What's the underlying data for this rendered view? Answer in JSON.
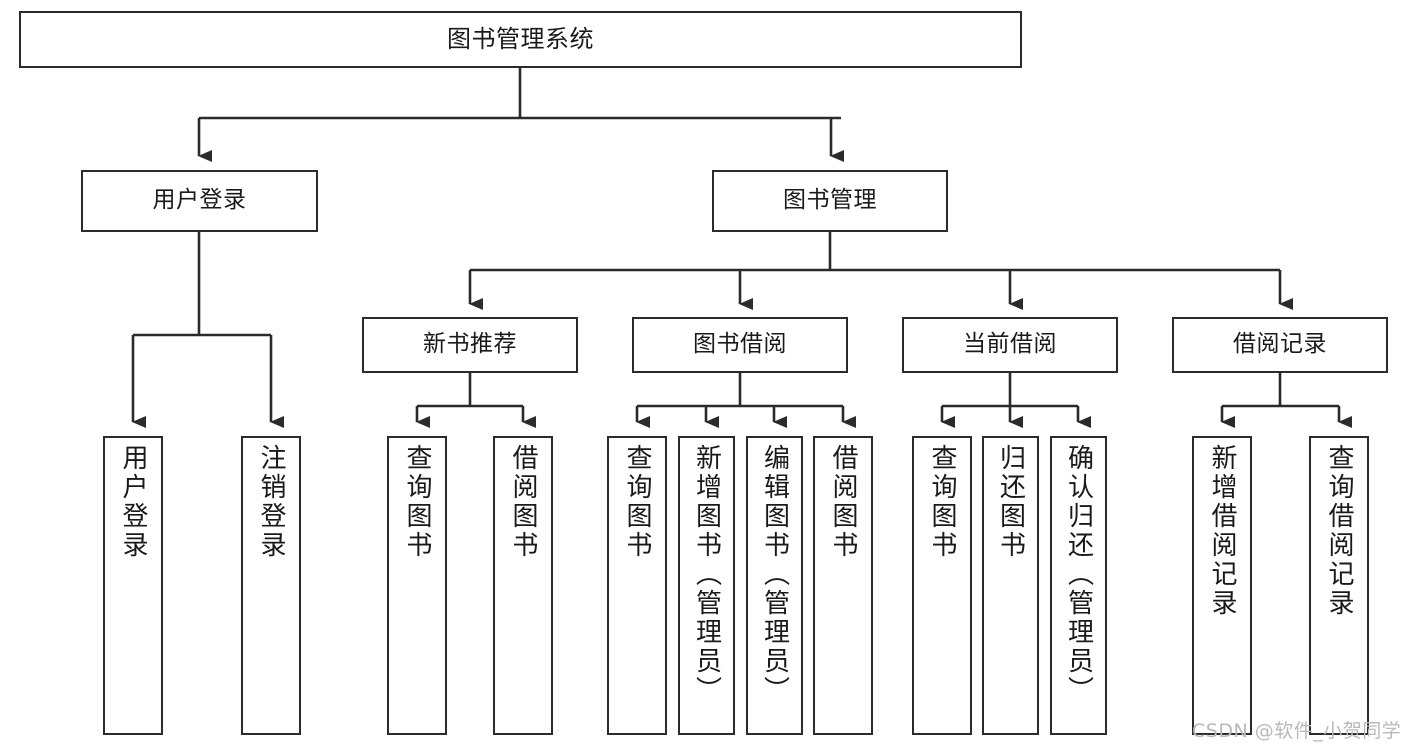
{
  "diagram": {
    "type": "tree-hierarchy",
    "title": "图书管理系统",
    "root": {
      "label": "图书管理系统",
      "name": "root-node"
    },
    "level1": [
      {
        "label": "用户登录",
        "name": "node-user-login"
      },
      {
        "label": "图书管理",
        "name": "node-book-management"
      }
    ],
    "level2": [
      {
        "label": "新书推荐",
        "name": "node-new-book-recommend"
      },
      {
        "label": "图书借阅",
        "name": "node-book-borrow"
      },
      {
        "label": "当前借阅",
        "name": "node-current-borrow"
      },
      {
        "label": "借阅记录",
        "name": "node-borrow-record"
      }
    ],
    "leaves": {
      "user_login": [
        {
          "label": "用户登录",
          "name": "leaf-user-login"
        },
        {
          "label": "注销登录",
          "name": "leaf-logout"
        }
      ],
      "new_book_recommend": [
        {
          "label": "查询图书",
          "name": "leaf-query-book-1"
        },
        {
          "label": "借阅图书",
          "name": "leaf-borrow-book-1"
        }
      ],
      "book_borrow": [
        {
          "label": "查询图书",
          "name": "leaf-query-book-2"
        },
        {
          "label": "新增图书（管理员）",
          "name": "leaf-add-book-admin"
        },
        {
          "label": "编辑图书（管理员）",
          "name": "leaf-edit-book-admin"
        },
        {
          "label": "借阅图书",
          "name": "leaf-borrow-book-2"
        }
      ],
      "current_borrow": [
        {
          "label": "查询图书",
          "name": "leaf-query-book-3"
        },
        {
          "label": "归还图书",
          "name": "leaf-return-book"
        },
        {
          "label": "确认归还（管理员）",
          "name": "leaf-confirm-return-admin"
        }
      ],
      "borrow_record": [
        {
          "label": "新增借阅记录",
          "name": "leaf-add-borrow-record"
        },
        {
          "label": "查询借阅记录",
          "name": "leaf-query-borrow-record"
        }
      ]
    }
  },
  "watermark": {
    "text": "CSDN @软件_小贺同学"
  },
  "colors": {
    "stroke": "#2b2b2b",
    "background": "#ffffff",
    "text": "#1a1a1a",
    "watermark": "#b9b9b9"
  }
}
